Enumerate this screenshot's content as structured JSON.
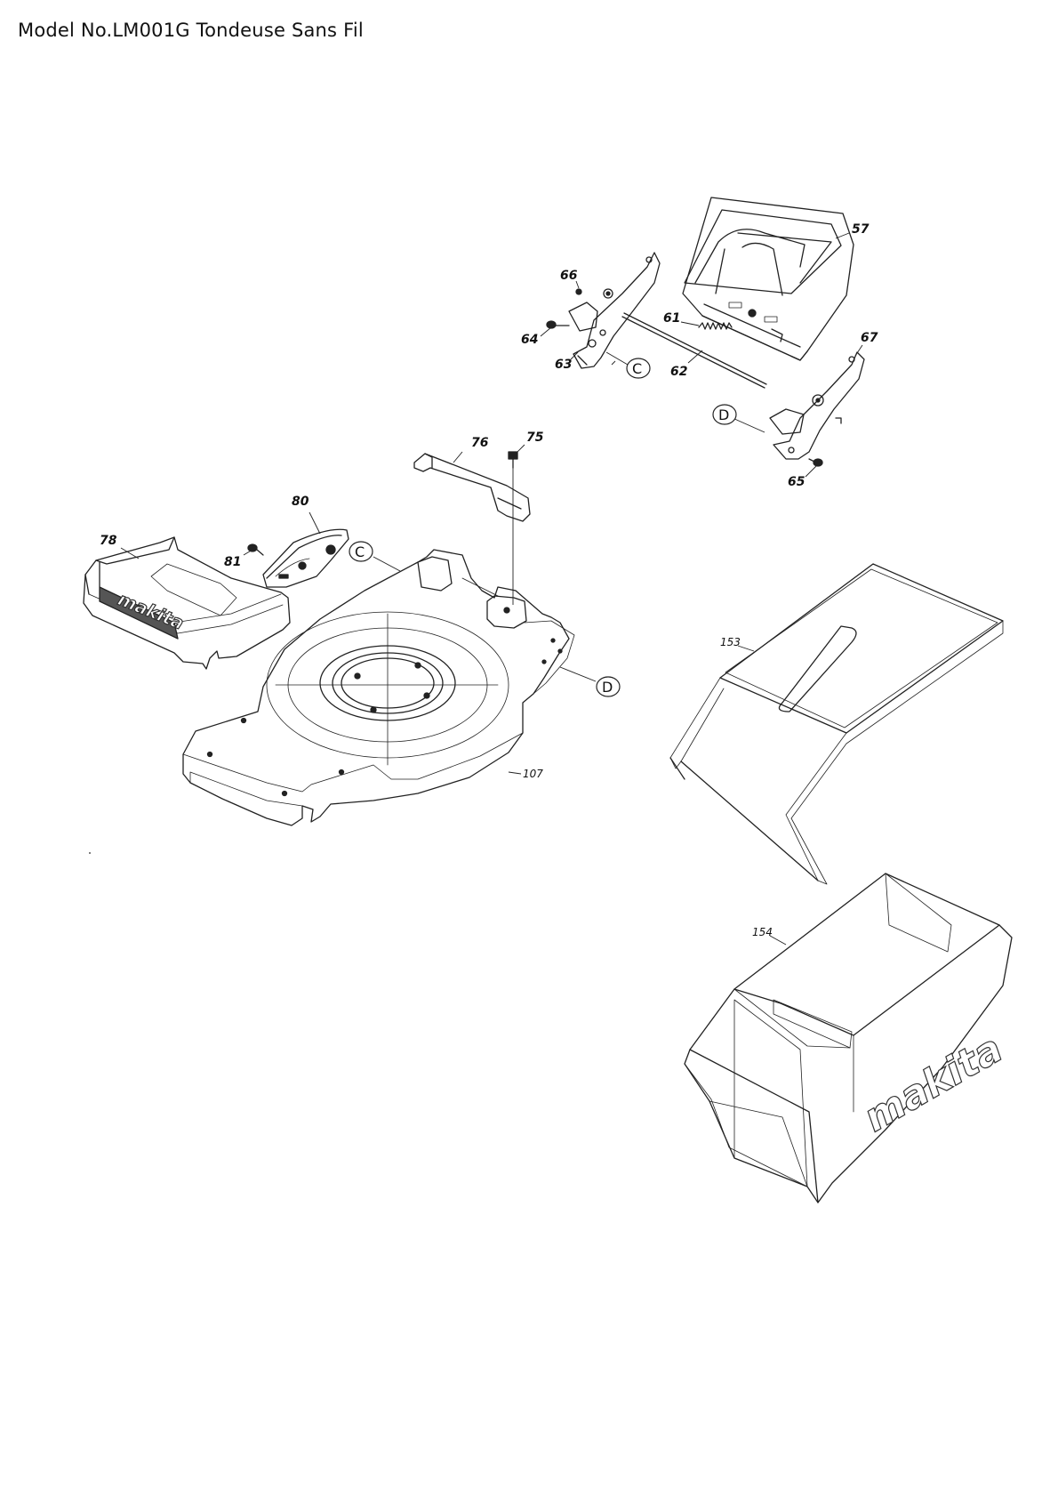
{
  "title": "Model No.LM001G Tondeuse Sans Fil",
  "callouts": {
    "p57": "57",
    "p61": "61",
    "p62": "62",
    "p63": "63",
    "p64": "64",
    "p65": "65",
    "p66": "66",
    "p67": "67",
    "p75": "75",
    "p76": "76",
    "p78": "78",
    "p80": "80",
    "p81": "81",
    "p107": "107",
    "p153": "153",
    "p154": "154"
  },
  "references": {
    "c_upper": "C",
    "c_lower": "C",
    "d_upper": "D",
    "d_lower": "D"
  },
  "brand": {
    "front_cover": "makita",
    "grass_bag": "makita"
  }
}
